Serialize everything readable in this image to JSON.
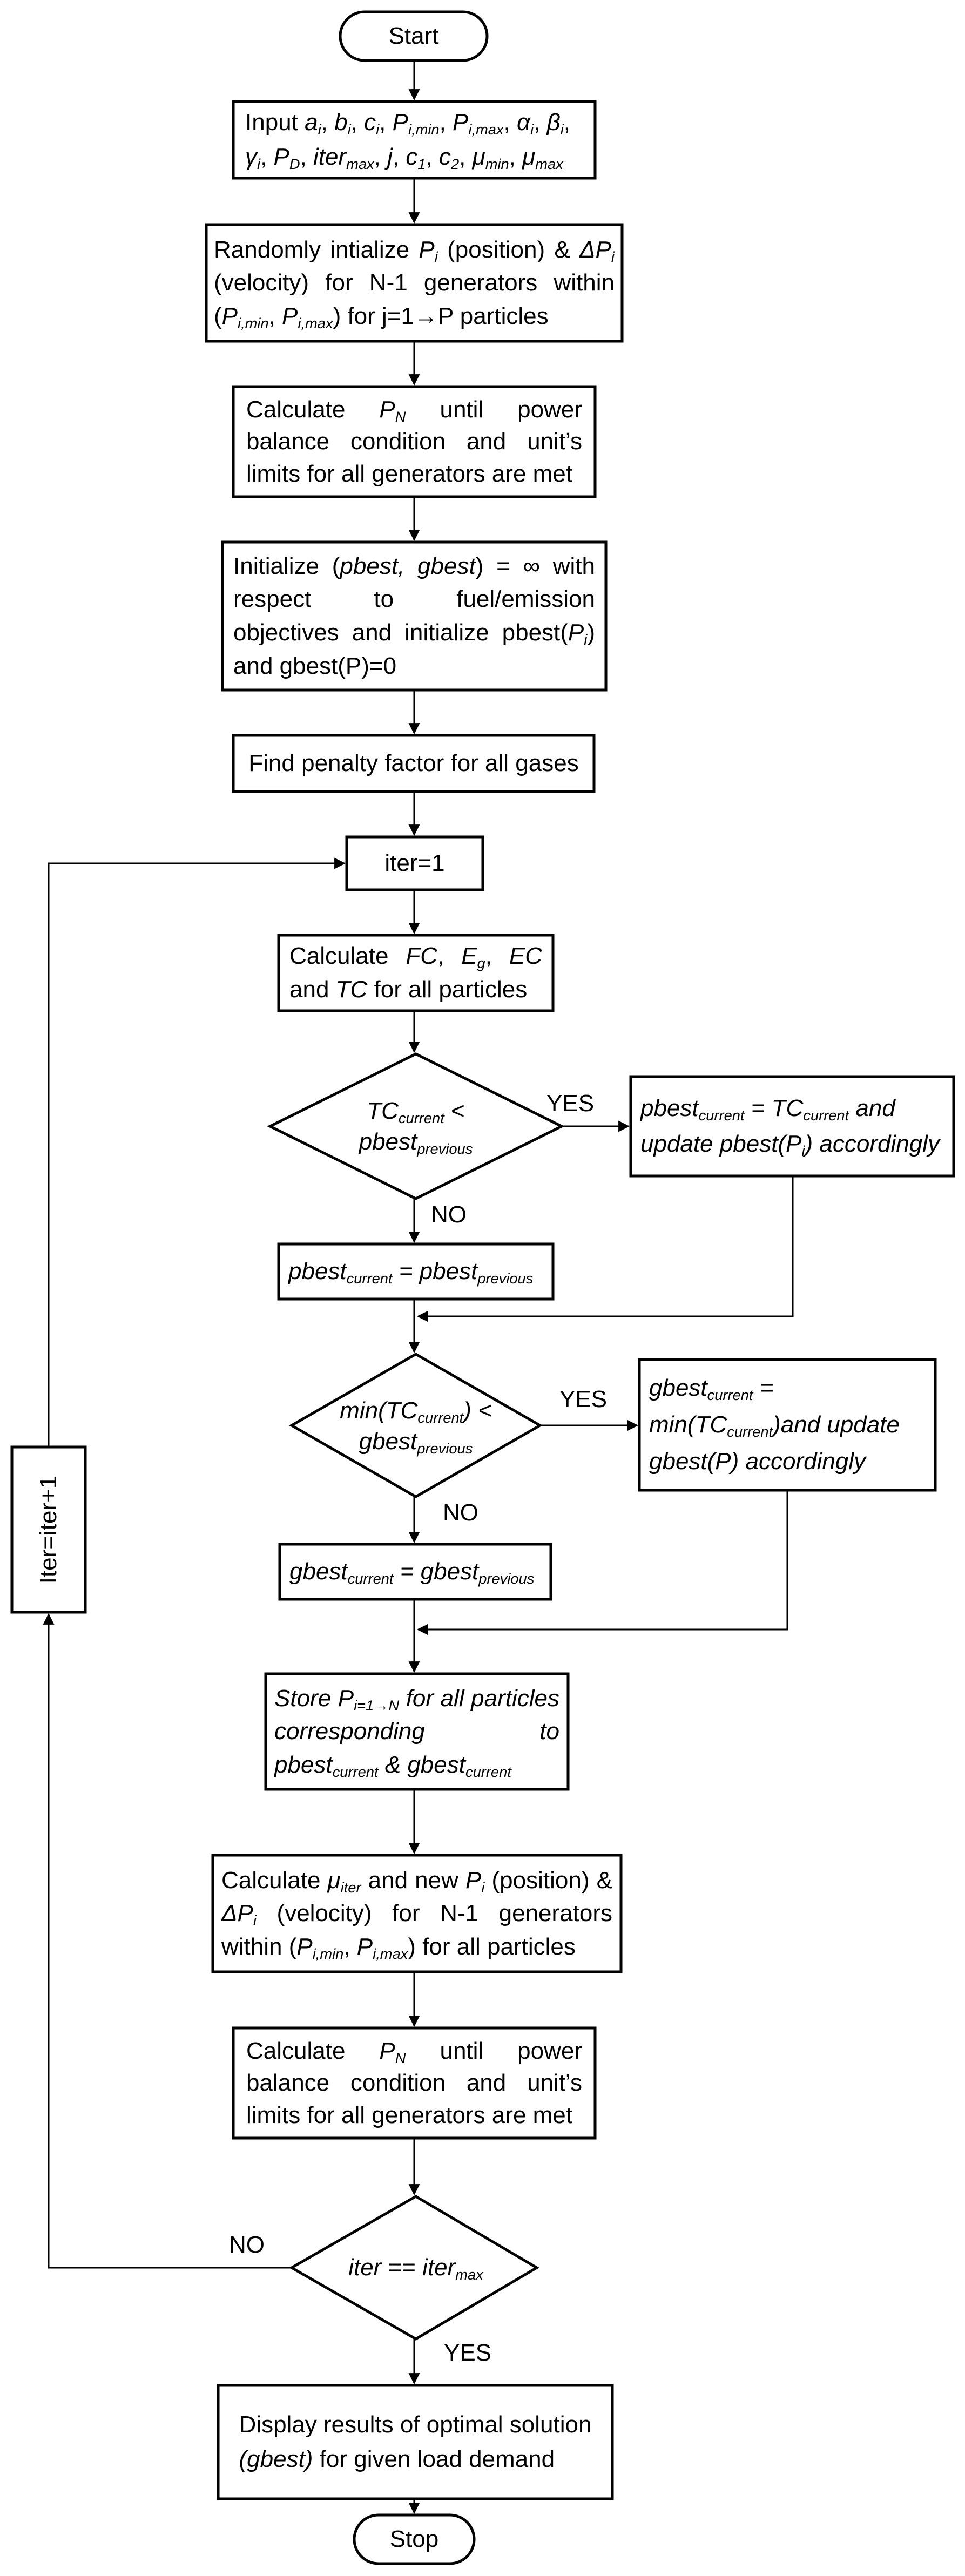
{
  "start": "Start",
  "stop": "Stop",
  "labels": {
    "yes": "YES",
    "no": "NO"
  },
  "input": {
    "prefix": "Input",
    "line1": [
      "a",
      "b",
      "c",
      "P",
      "P",
      "α",
      "β"
    ],
    "line2": [
      "γ",
      "P",
      "iter",
      "j",
      "c",
      "c",
      "μ",
      "μ"
    ]
  },
  "init_random": {
    "t1": "Randomly intialize",
    "t2": "(position) &",
    "t3": "(velocity) for N-1 generators within",
    "t4": "for j=1",
    "t5": "P particles"
  },
  "calc_pn": {
    "t1": "Calculate",
    "t2": "until power balance condition and unit’s limits for all generators are met"
  },
  "init_best": {
    "t1": "Initialize (",
    "t2": "pbest, gbest",
    "t3": ") = ∞ with respect to fuel/emission objectives and initialize pbest(",
    "t4": ") and gbest(P)=0"
  },
  "penalty": "Find penalty factor for all gases",
  "iter_init": "iter=1",
  "calc_cost": {
    "t1": "Calculate",
    "fc": "FC",
    "eg": "E",
    "ec": "EC",
    "t2": "and",
    "tc": "TC",
    "t3": "for all particles"
  },
  "d1": {
    "a": "TC",
    "a_sub": "current",
    "op": "<",
    "b": "pbest",
    "b_sub": "previous"
  },
  "pbest_yes": {
    "t1": "pbest",
    "s1": "current",
    "t2": "= TC",
    "s2": "current",
    "t3": "and",
    "t4": "update pbest(P",
    "t5": ") accordingly"
  },
  "pbest_no": {
    "a": "pbest",
    "a_sub": "current",
    "eq": "= pbest",
    "b_sub": "previous"
  },
  "d2": {
    "a": "min(TC",
    "a_sub": "current",
    "a_end": ") <",
    "b": "gbest",
    "b_sub": "previous"
  },
  "gbest_yes": {
    "t1": "gbest",
    "s1": "current",
    "t2": "=",
    "t3": "min(TC",
    "s3": "current",
    "t4": ")and update",
    "t5": "gbest(P) accordingly"
  },
  "gbest_no": {
    "a": "gbest",
    "a_sub": "current",
    "eq": "= gbest",
    "b_sub": "previous"
  },
  "store": {
    "t1": "Store",
    "p": "P",
    "p_sub": "i=1→N",
    "t2": "for all particles corresponding to",
    "pb": "pbest",
    "pb_sub": "current",
    "amp": "&",
    "gb": "gbest",
    "gb_sub": "current"
  },
  "update": {
    "t1": "Calculate",
    "mu": "μ",
    "mu_sub": "iter",
    "t2": "and new",
    "p": "P",
    "p_sub": "i",
    "t3": "(position)",
    "t4": "&",
    "dp": "ΔP",
    "dp_sub": "i",
    "t5": "(velocity) for N-1 generators within",
    "t6": "for all particles"
  },
  "calc_pn2": {
    "t1": "Calculate",
    "t2": "until power balance condition and unit’s limits for all generators are met"
  },
  "d3": {
    "a": "iter",
    "op": "==",
    "b": "iter",
    "b_sub": "max"
  },
  "loop": "Iter=iter+1",
  "result": {
    "t1": "Display results of optimal solution",
    "t2": "(gbest)",
    "t3": "for given load demand"
  }
}
